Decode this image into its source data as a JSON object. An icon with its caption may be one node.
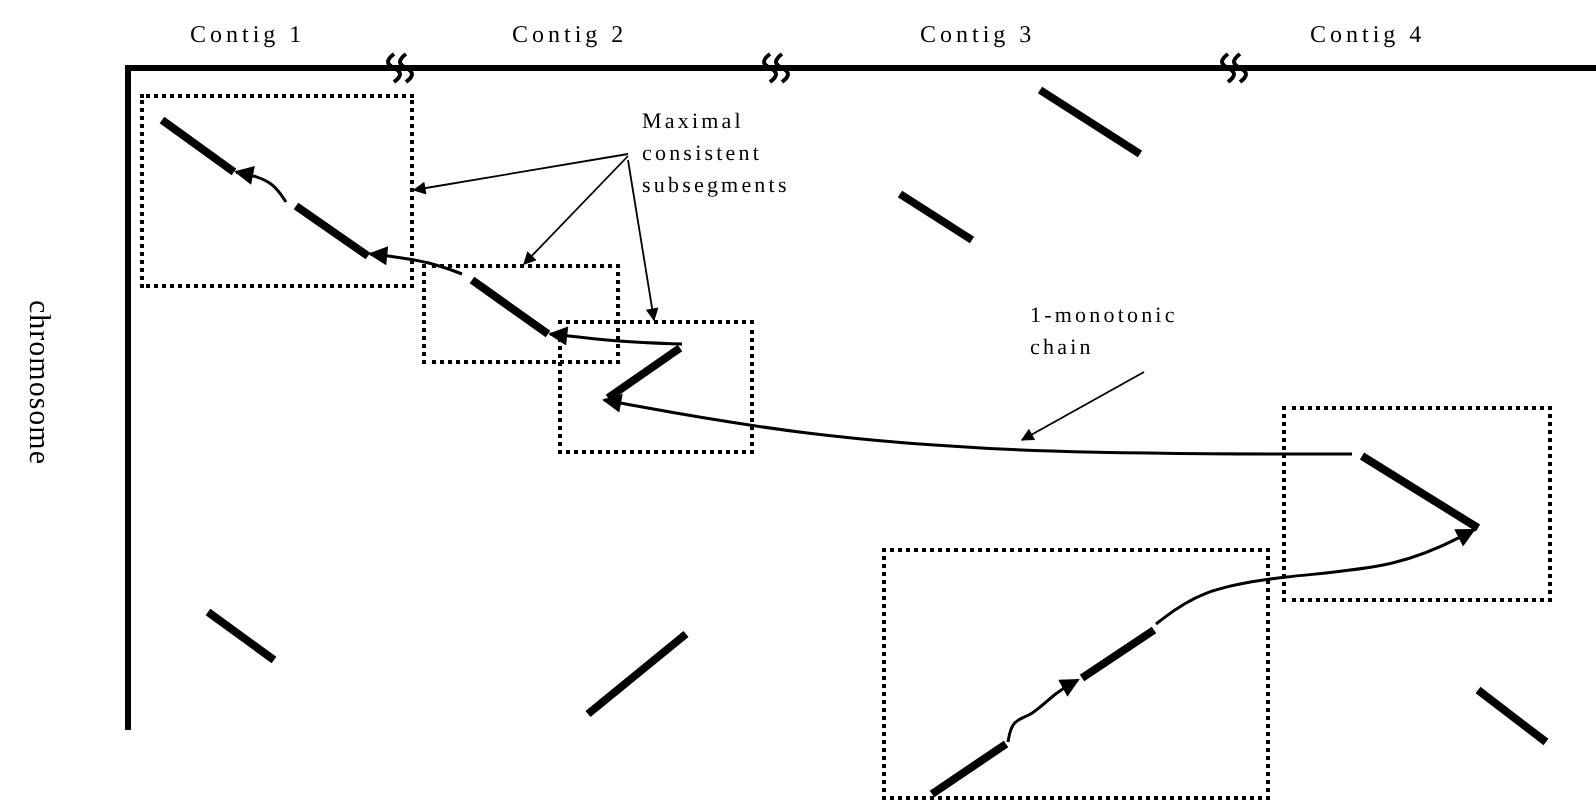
{
  "diagram": {
    "nodes": [
      {
        "text": [],
        "shape": "box"
      },
      {
        "text": [],
        "shape": "bar",
        "in": 0
      },
      {
        "text": [],
        "shape": "bar",
        "in": 0
      },
      {
        "text": [],
        "shape": "box"
      },
      {
        "text": [],
        "shape": "bar",
        "in": 3
      },
      {
        "text": [],
        "shape": "box"
      },
      {
        "text": [],
        "shape": "bar",
        "in": 5
      },
      {
        "text": [],
        "shape": "box"
      },
      {
        "text": [],
        "shape": "bar",
        "in": 7
      },
      {
        "text": [],
        "shape": "box"
      },
      {
        "text": [],
        "shape": "bar",
        "in": 9
      },
      {
        "text": [],
        "shape": "bar",
        "in": 9
      },
      {
        "text": [
          "Maximal consistent subsegments"
        ]
      },
      {
        "text": [
          "1-monotonic chain"
        ]
      },
      {
        "text": [],
        "shape": "bar"
      },
      {
        "text": [],
        "shape": "bar"
      },
      {
        "text": [],
        "shape": "bar"
      },
      {
        "text": [],
        "shape": "bar"
      },
      {
        "text": [],
        "shape": "bar"
      }
    ],
    "edges": [
      {
        "from": 2,
        "to": 1,
        "arrow": "to"
      },
      {
        "from": 4,
        "to": 2,
        "arrow": "to"
      },
      {
        "from": 6,
        "to": 4,
        "arrow": "to"
      },
      {
        "from": 8,
        "to": 6,
        "arrow": "to"
      },
      {
        "from": 11,
        "to": 8,
        "arrow": "to"
      },
      {
        "from": 10,
        "to": 11,
        "arrow": "to"
      },
      {
        "from": 12,
        "to": 0,
        "arrow": "to"
      },
      {
        "from": 12,
        "to": 3,
        "arrow": "to"
      },
      {
        "from": 12,
        "to": 5,
        "arrow": "to"
      },
      {
        "from": 13,
        "to": null,
        "arrow": "to"
      }
    ],
    "labels": [
      "Contig 1",
      "Contig 2",
      "Contig 3",
      "Contig 4",
      "chromosome"
    ]
  }
}
